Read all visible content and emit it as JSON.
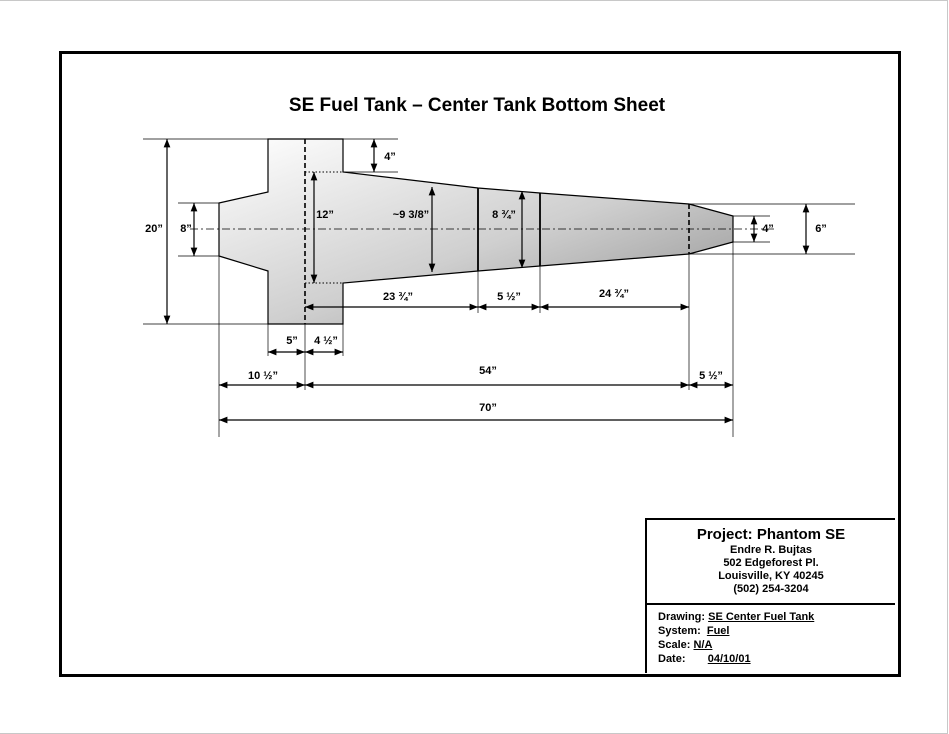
{
  "drawing": {
    "title": "SE Fuel Tank – Center Tank Bottom Sheet",
    "dimensions": {
      "height_20": "20”",
      "width_8": "8”",
      "tab_4": "4”",
      "width_12": "12”",
      "width_9_3_8": "~9 3/8”",
      "width_8_3_4": "8 ¾”",
      "tip_4": "4”",
      "end_6": "6”",
      "len_23_3_4": "23 ¾”",
      "len_5_1_2": "5 ½”",
      "len_24_3_4": "24 ¾”",
      "len_5": "5”",
      "len_4_1_2": "4 ½”",
      "len_10_1_2": "10 ½”",
      "len_54": "54”",
      "len_5_1_2_right": "5 ½”",
      "len_70": "70”"
    }
  },
  "title_block": {
    "project": "Project: Phantom SE",
    "name": "Endre R. Bujtas",
    "street": "502 Edgeforest Pl.",
    "city": "Louisville, KY 40245",
    "phone": "(502) 254-3204",
    "drawing_label": "Drawing:",
    "drawing_value": "SE Center Fuel Tank",
    "system_label": "System:",
    "system_value": "Fuel",
    "scale_label": "Scale:",
    "scale_value": "N/A",
    "date_label": "Date:",
    "date_value": "04/10/01"
  }
}
